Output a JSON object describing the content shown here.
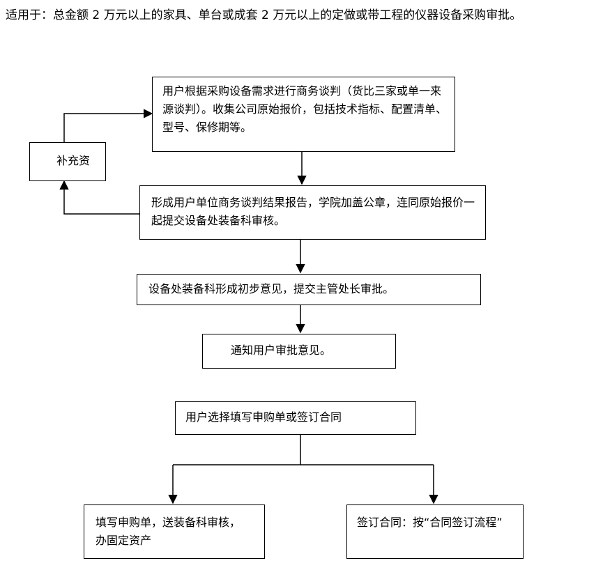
{
  "intro": "适用于：总金额 2 万元以上的家具、单台或成套 2 万元以上的定做或带工程的仪器设备采购审批。",
  "steps": {
    "negotiation": "用户根据采购设备需求进行商务谈判（货比三家或单一来源谈判）。收集公司原始报价，包括技术指标、配置清单、型号、保修期等。",
    "supplement": "补充资",
    "report": "形成用户单位商务谈判结果报告，学院加盖公章，连同原始报价一起提交设备处装备科审核。",
    "initial_opinion": "设备处装备科形成初步意见，提交主管处长审批。",
    "notify": "通知用户审批意见。",
    "choose": "用户选择填写申购单或签订合同",
    "purchase_form": "填写申购单，送装备科审核，办固定资产",
    "contract": "签订合同：按“合同签订流程”"
  }
}
